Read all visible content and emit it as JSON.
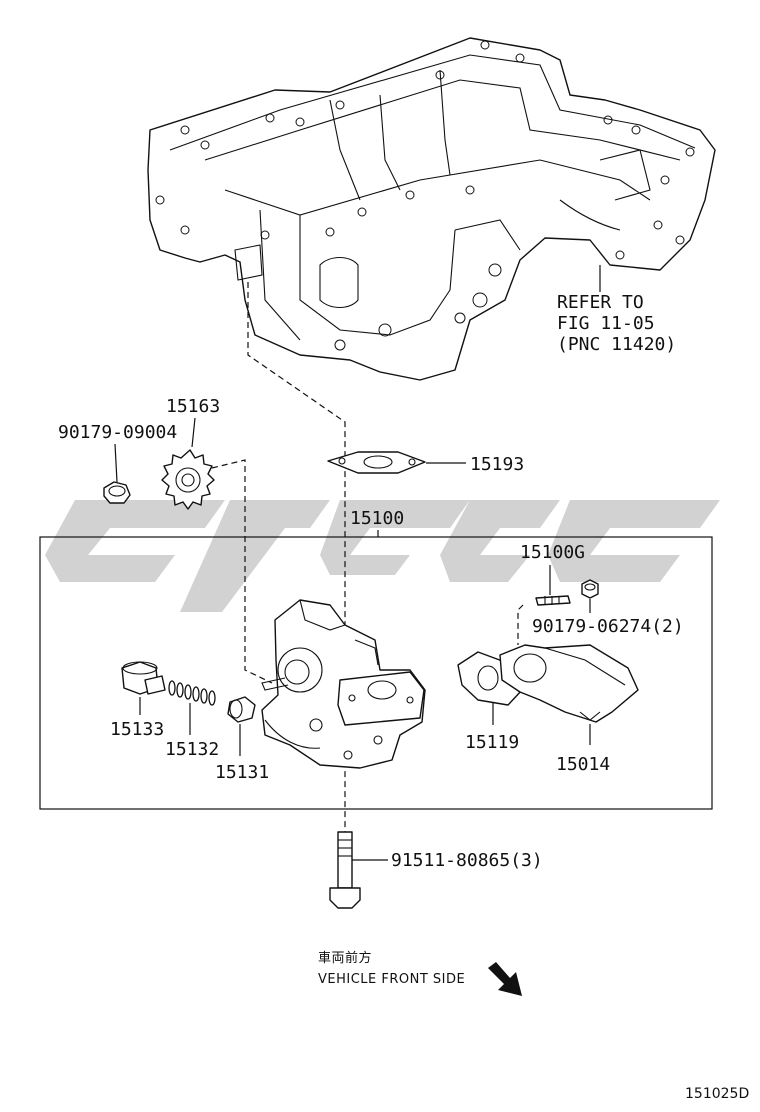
{
  "figure_id": "151025D",
  "refer_note": {
    "line1": "REFER TO",
    "line2": "FIG 11-05",
    "line3": "(PNC 11420)"
  },
  "assembly_box_label": "15100",
  "part_labels": {
    "p90179_09004": "90179-09004",
    "p15163": "15163",
    "p15193": "15193",
    "p15100g": "15100G",
    "p90179_06274": "90179-06274(2)",
    "p15133": "15133",
    "p15132": "15132",
    "p15131": "15131",
    "p15119": "15119",
    "p15014": "15014",
    "p91511": "91511-80865(3)"
  },
  "direction": {
    "japanese": "車両前方",
    "english": "VEHICLE FRONT SIDE"
  },
  "watermark": {
    "color": "#cfcfcf"
  }
}
